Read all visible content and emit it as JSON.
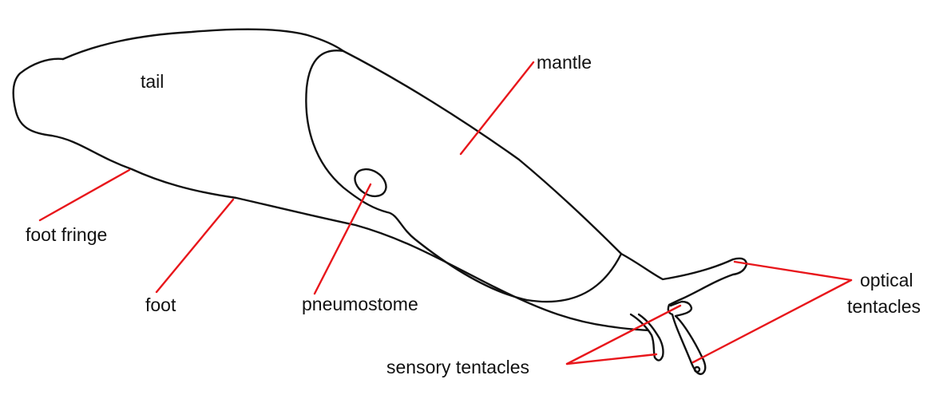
{
  "labels": {
    "tail": "tail",
    "mantle": "mantle",
    "foot_fringe": "foot fringe",
    "foot": "foot",
    "pneumostome": "pneumostome",
    "sensory_tentacles": "sensory tentacles",
    "optical_tentacles_line1": "optical",
    "optical_tentacles_line2": "tentacles"
  },
  "colors": {
    "outline": "#111111",
    "leader": "#e8161b",
    "background": "#ffffff"
  }
}
